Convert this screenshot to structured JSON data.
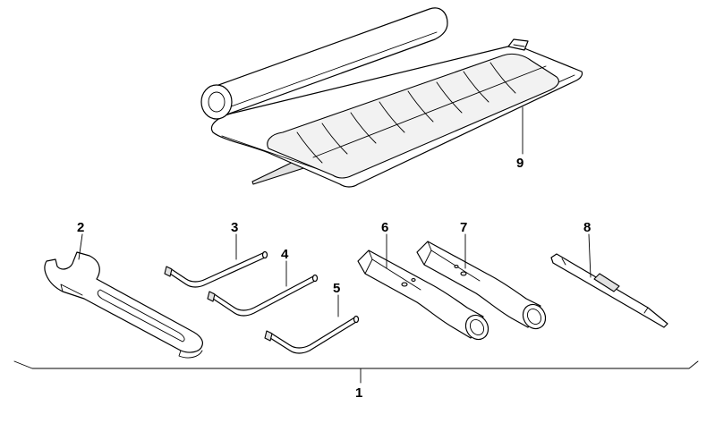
{
  "callouts": {
    "c1": "1",
    "c2": "2",
    "c3": "3",
    "c4": "4",
    "c5": "5",
    "c6": "6",
    "c7": "7",
    "c8": "8",
    "c9": "9"
  },
  "parts": {
    "p1": "tool-kit-assembly",
    "p2": "open-end-wrench",
    "p3": "hex-key-bent-large",
    "p4": "hex-key-bent-medium",
    "p5": "hex-key-bent-small",
    "p6": "box-socket-wrench",
    "p7": "box-socket-wrench",
    "p8": "screwdriver-blade",
    "p9": "tool-roll-bag"
  },
  "colors": {
    "line": "#000000",
    "fill": "#ffffff",
    "shade": "#e2e2e2"
  }
}
